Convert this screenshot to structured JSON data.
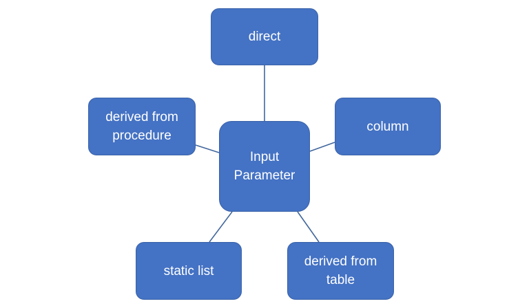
{
  "diagram": {
    "center": {
      "label": "Input\nParameter"
    },
    "nodes": {
      "top": {
        "label": "direct"
      },
      "upper_left": {
        "label": "derived from\nprocedure"
      },
      "upper_right": {
        "label": "column"
      },
      "lower_left": {
        "label": "static list"
      },
      "lower_right": {
        "label": "derived from\ntable"
      }
    },
    "colors": {
      "node_fill": "#4472c4",
      "node_border": "#3a62a8",
      "connector": "#41669c",
      "text": "#ffffff"
    }
  }
}
